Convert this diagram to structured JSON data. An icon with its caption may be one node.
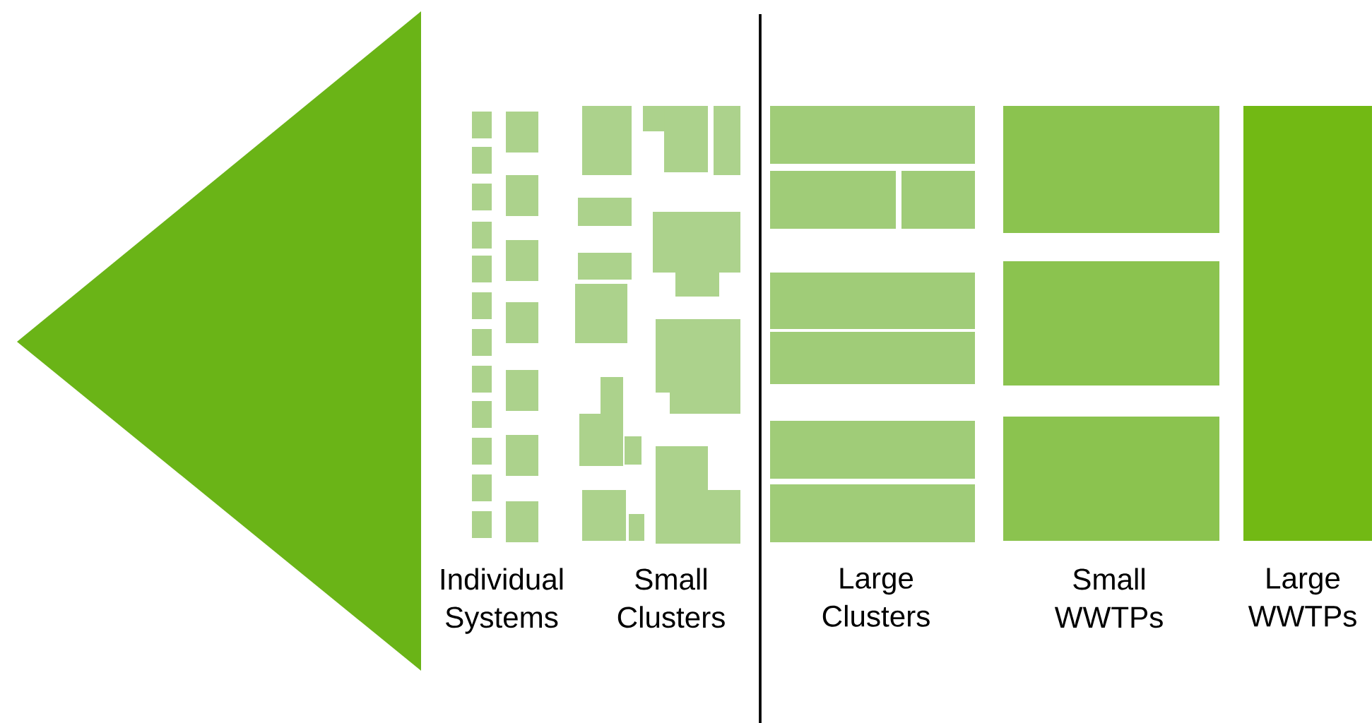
{
  "diagram": {
    "nodes": [
      {
        "text": [],
        "shape": "triangle"
      }
    ],
    "labels": [
      "Individual Systems",
      "Small Clusters",
      "Large Clusters",
      "Small WWTPs",
      "Large WWTPs"
    ]
  }
}
